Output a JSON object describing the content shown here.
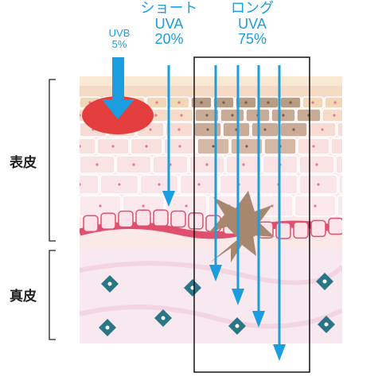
{
  "labels": {
    "uvb": {
      "name": "UVB",
      "pct": "5%"
    },
    "short_uva": {
      "name": "ショート",
      "band": "UVA",
      "pct": "20%"
    },
    "long_uva": {
      "name": "ロング",
      "band": "UVA",
      "pct": "75%"
    }
  },
  "layers": {
    "epidermis": "表皮",
    "dermis": "真皮"
  },
  "colors": {
    "arrow": "#1a9ee0",
    "uvb_blob": "#e33d3d",
    "stratum_corneum": "#f7e2cf",
    "epidermis_cells": "#f6d3d8",
    "melanin": "#a8876f",
    "basement": "#e0506e",
    "dermis": "#f7e4ec",
    "fibroblast": "#2b7686"
  }
}
